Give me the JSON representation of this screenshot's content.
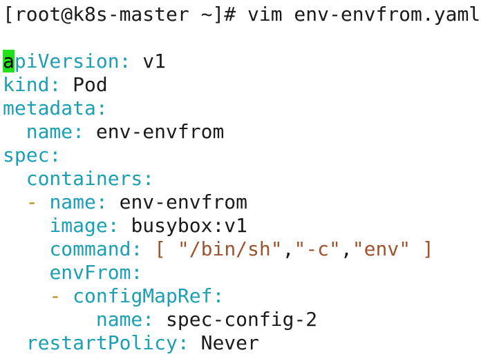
{
  "terminal": {
    "prompt_line": "[root@k8s-master ~]# vim env-envfrom.yaml",
    "lines": [
      {
        "indent": "",
        "key_cursor": "a",
        "key": "piVersion",
        "colon": ":",
        "value": " v1"
      },
      {
        "indent": "",
        "key": "kind",
        "colon": ":",
        "value": " Pod"
      },
      {
        "indent": "",
        "key": "metadata",
        "colon": ":",
        "value": ""
      },
      {
        "indent": "  ",
        "key": "name",
        "colon": ":",
        "value": " env-envfrom"
      },
      {
        "indent": "",
        "key": "spec",
        "colon": ":",
        "value": ""
      },
      {
        "indent": "  ",
        "key": "containers",
        "colon": ":",
        "value": ""
      },
      {
        "indent": "  ",
        "dash": "- ",
        "key": "name",
        "colon": ":",
        "value": " env-envfrom"
      },
      {
        "indent": "    ",
        "key": "image",
        "colon": ":",
        "value": " busybox:v1"
      },
      {
        "indent": "    ",
        "key": "command",
        "colon": ":",
        "cmd": {
          "open": "[ ",
          "s1": "\"/bin/sh\"",
          "c1": ",",
          "s2": "\"-c\"",
          "c2": ",",
          "s3": "\"env\"",
          "close": " ]"
        }
      },
      {
        "indent": "    ",
        "key": "envFrom",
        "colon": ":",
        "value": ""
      },
      {
        "indent": "    ",
        "dash": "- ",
        "key": "configMapRef",
        "colon": ":",
        "value": ""
      },
      {
        "indent": "        ",
        "key": "name",
        "colon": ":",
        "value": " spec-config-2"
      },
      {
        "indent": "  ",
        "key": "restartPolicy",
        "colon": ":",
        "value": " Never"
      }
    ]
  },
  "colors": {
    "key": "#1a9fb5",
    "dash": "#b8860b",
    "string": "#a0522d",
    "cursor": "#22e01a",
    "text": "#1a1a1a"
  }
}
